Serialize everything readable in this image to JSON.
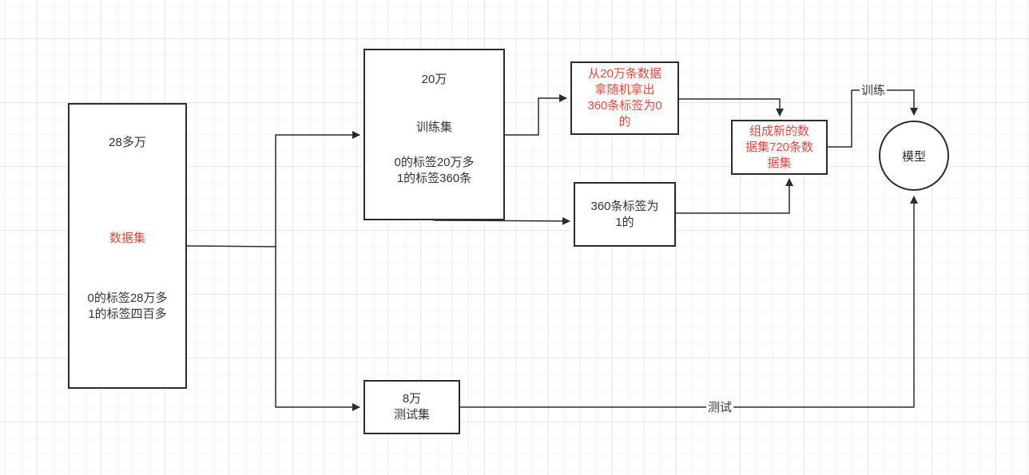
{
  "dataset": {
    "size": "28多万",
    "title": "数据集",
    "label0": "0的标签28万多",
    "label1": "1的标签四百多"
  },
  "train_set": {
    "size": "20万",
    "title": "训练集",
    "label0": "0的标签20万多",
    "label1": "1的标签360条"
  },
  "sample0": {
    "line1": "从20万条数据",
    "line2": "拿随机拿出",
    "line3": "360条标签为0",
    "line4": "的"
  },
  "label1_box": {
    "line1": "360条标签为",
    "line2": "1的"
  },
  "new_set": {
    "line1": "组成新的数",
    "line2": "据集720条数",
    "line3": "据集"
  },
  "model": {
    "label": "模型"
  },
  "test_set": {
    "size": "8万",
    "title": "测试集"
  },
  "edges": {
    "train_label": "训练",
    "test_label": "测试"
  },
  "colors": {
    "highlight": "#e0483f",
    "stroke": "#2b2b2b"
  }
}
